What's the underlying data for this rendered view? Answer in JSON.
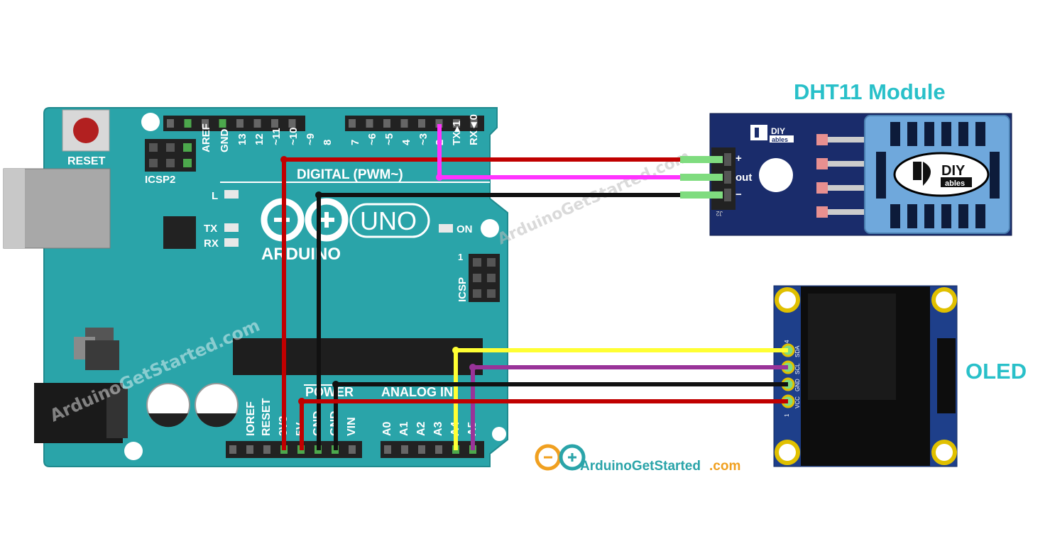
{
  "titles": {
    "dht11": "DHT11 Module",
    "oled": "OLED"
  },
  "arduino": {
    "reset": "RESET",
    "icsp2": "ICSP2",
    "icsp": "ICSP",
    "icsp_pin1": "1",
    "digital": "DIGITAL (PWM~)",
    "uno": "UNO",
    "brand": "ARDUINO",
    "led_l": "L",
    "led_tx": "TX",
    "led_rx": "RX",
    "led_on": "ON",
    "power": "POWER",
    "analog_in": "ANALOG IN",
    "top_pins": [
      "AREF",
      "GND",
      "13",
      "12",
      "~11",
      "~10",
      "~9",
      "8",
      "7",
      "~6",
      "~5",
      "4",
      "~3",
      "2",
      "TX▸1",
      "RX◄0"
    ],
    "power_pins": [
      "IOREF",
      "RESET",
      "3V3",
      "5V",
      "GND",
      "GND",
      "VIN"
    ],
    "analog_pins": [
      "A0",
      "A1",
      "A2",
      "A3",
      "A4",
      "A5"
    ]
  },
  "dht": {
    "brand_top": "DIY",
    "brand_bottom": "ables",
    "pins": [
      "+",
      "out",
      "−"
    ],
    "label": "J2"
  },
  "oled": {
    "pins": [
      "SDA",
      "SCL",
      "GND",
      "VCC"
    ],
    "pin_first": "4",
    "pin_last": "1"
  },
  "watermarks": [
    "ArduinoGetStarted.com",
    "ArduinoGetStarted.com"
  ],
  "footer_logo": {
    "brand": "ArduinoGetStarted",
    "suffix": ".com"
  },
  "colors": {
    "board": "#2aa4a9",
    "title_accent": "#29c0c9",
    "dht_board": "#1a2c6b",
    "oled_board": "#1e3f8a",
    "wire_red": "#c00000",
    "wire_magenta": "#ff33ff",
    "wire_black": "#111111",
    "wire_yellow": "#ffff33",
    "wire_purple": "#993399"
  }
}
